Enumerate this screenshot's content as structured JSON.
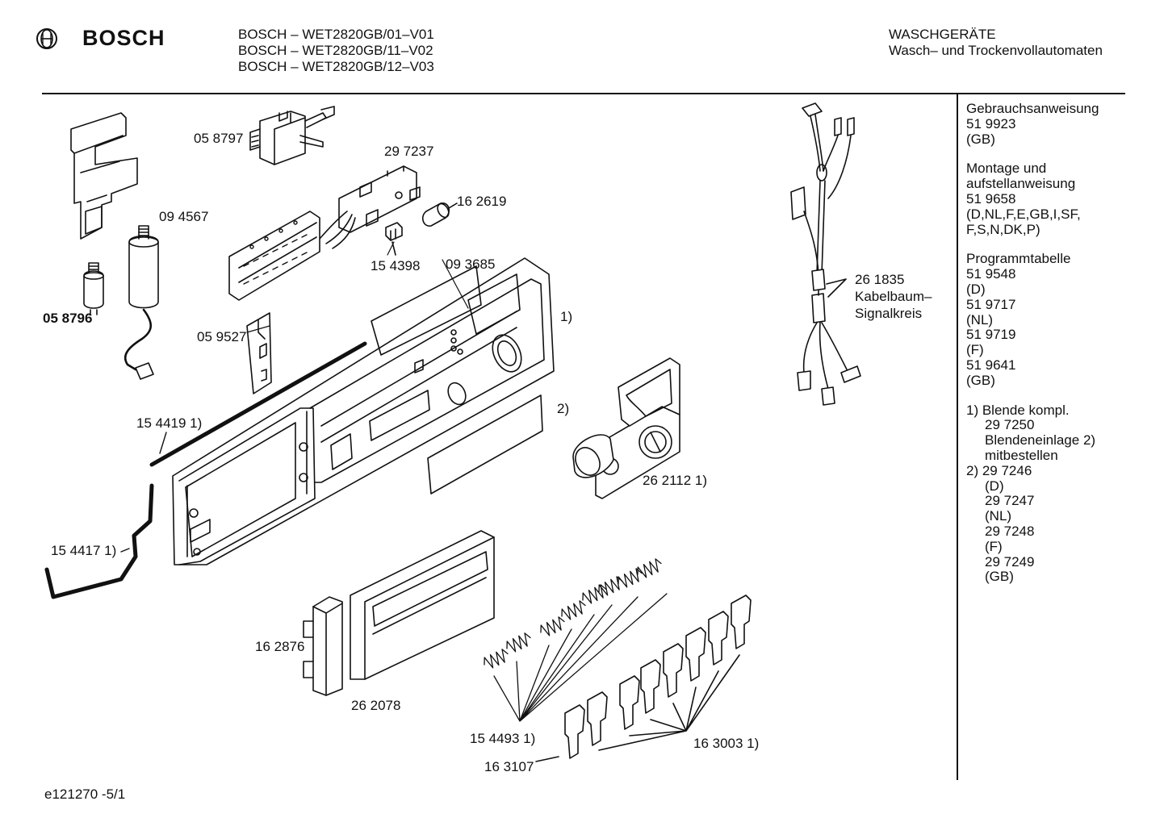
{
  "header": {
    "brand": "BOSCH",
    "models": [
      "BOSCH – WET2820GB/01–V01",
      "BOSCH – WET2820GB/11–V02",
      "BOSCH – WET2820GB/12–V03"
    ],
    "category": "WASCHGERÄTE",
    "subcategory": "Wasch– und Trockenvollautomaten"
  },
  "labels": {
    "p058797": "05 8797",
    "p297237": "29 7237",
    "p094567": "09 4567",
    "p162619": "16 2619",
    "p154398": "15 4398",
    "p093685": "09 3685",
    "note1": "1)",
    "p058796": "05 8796",
    "p059527": "05 9527",
    "p154419": "15 4419 1)",
    "note2": "2)",
    "p262112": "26 2112 1)",
    "p154417": "15 4417 1)",
    "p162876": "16 2876",
    "p262078": "26 2078",
    "p154493": "15 4493 1)",
    "p163003": "16 3003 1)",
    "p163107": "16 3107",
    "cable_num": "26 1835",
    "cable_l1": "Kabelbaum–",
    "cable_l2": "Signalkreis"
  },
  "sidebar": {
    "lines": [
      "Gebrauchsanweisung",
      "51 9923",
      "(GB)",
      "",
      "Montage und",
      "aufstellanweisung",
      "51 9658",
      "(D,NL,F,E,GB,I,SF,",
      "F,S,N,DK,P)",
      "",
      "Programmtabelle",
      "51 9548",
      "(D)",
      "51 9717",
      "(NL)",
      "51 9719",
      "(F)",
      "51 9641",
      "(GB)",
      "",
      "1) Blende kompl.",
      "29 7250",
      "Blendeneinlage 2)",
      "mitbestellen",
      "2) 29 7246",
      "(D)",
      "29 7247",
      "(NL)",
      "29 7248",
      "(F)",
      "29 7249",
      "(GB)"
    ]
  },
  "footer": {
    "ref": "e121270 -5/1"
  }
}
